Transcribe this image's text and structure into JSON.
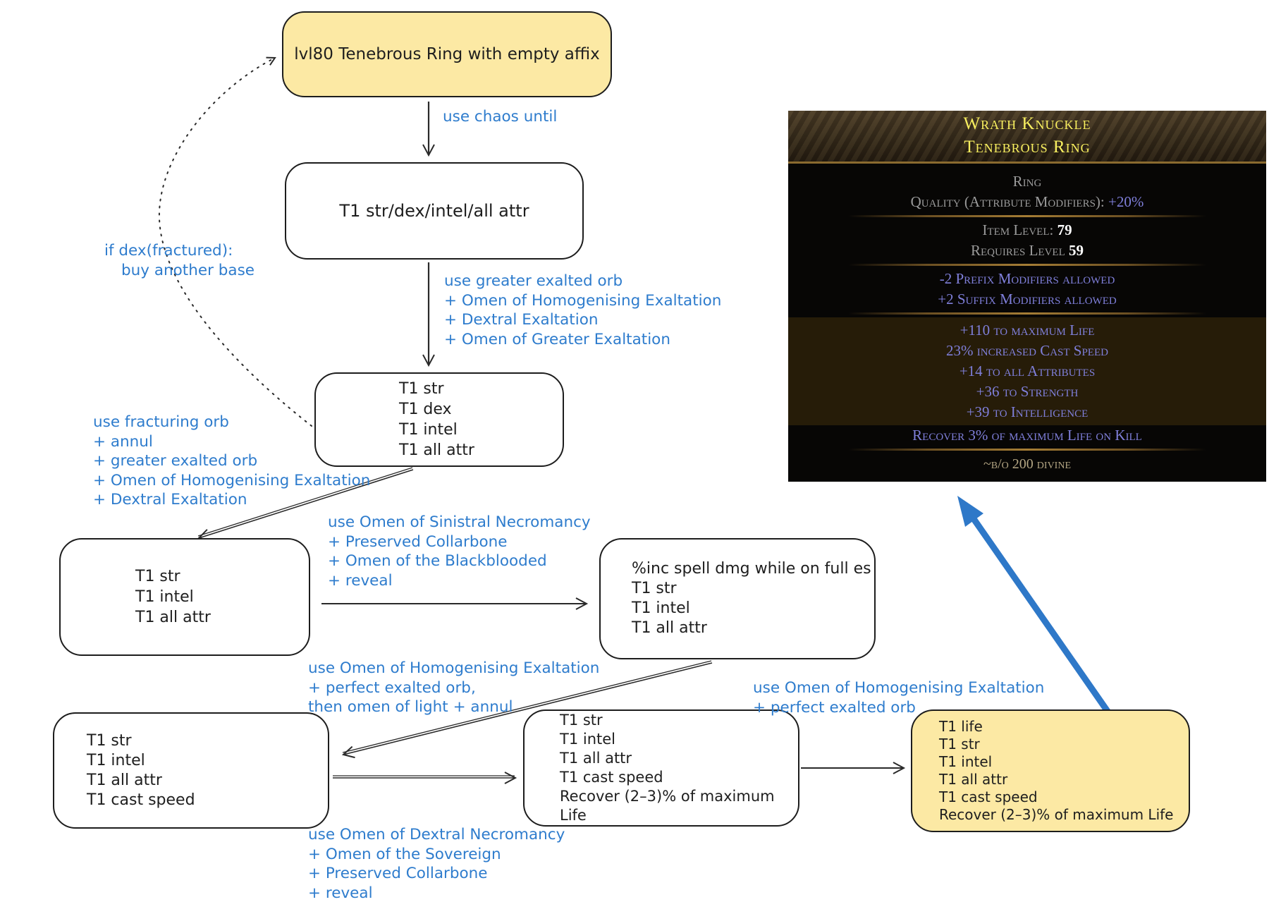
{
  "colors": {
    "annotation_blue": "#2e7ccd",
    "big_arrow_blue": "#2e78c8",
    "note_box_yellow": "#fce9a4",
    "rare_name_yellow": "#f8ef5f",
    "mod_text_blue": "#7f7fda",
    "tooltip_gray": "#9a9a9a",
    "buyout_tan": "#b3a583"
  },
  "flow": {
    "boxes": {
      "start": {
        "lines": [
          "lvl80 Tenebrous Ring with empty affix"
        ]
      },
      "chaos_result": {
        "lines": [
          "T1 str/dex/intel/all attr"
        ]
      },
      "quad": {
        "lines": [
          "T1 str",
          "T1 dex",
          "T1 intel",
          "T1 all attr"
        ]
      },
      "triple": {
        "lines": [
          "T1 str",
          "T1 intel",
          "T1 all attr"
        ]
      },
      "spell_es": {
        "lines": [
          "%inc spell dmg while on full es",
          "T1 str",
          "T1 intel",
          "T1 all attr"
        ]
      },
      "cast": {
        "lines": [
          "T1 str",
          "T1 intel",
          "T1 all attr",
          "T1 cast speed"
        ]
      },
      "recover": {
        "lines": [
          "T1 str",
          "T1 intel",
          "T1 all attr",
          "T1 cast speed",
          "Recover (2–3)% of maximum Life"
        ]
      },
      "final": {
        "lines": [
          "T1 life",
          "T1 str",
          "T1 intel",
          "T1 all attr",
          "T1 cast speed",
          "Recover (2–3)% of maximum Life"
        ]
      }
    },
    "labels": {
      "chaos": "use chaos until",
      "greater_exalt": [
        "use greater exalted orb",
        "+ Omen of Homogenising Exaltation",
        "+ Dextral Exaltation",
        "+ Omen of Greater Exaltation"
      ],
      "fractured": [
        "if dex(fractured):",
        "buy another base"
      ],
      "fracturing": [
        "use fracturing orb",
        "+ annul",
        "+ greater exalted orb",
        "+ Omen of Homogenising Exaltation",
        "+ Dextral Exaltation"
      ],
      "sinistral": [
        "use Omen of Sinistral Necromancy",
        "+ Preserved Collarbone",
        "+ Omen of the Blackblooded",
        "+ reveal"
      ],
      "homog_light": [
        "use Omen of Homogenising Exaltation",
        "+ perfect exalted orb,",
        "then omen of light + annul"
      ],
      "dextral_necro": [
        "use Omen of Dextral Necromancy",
        "+ Omen of the Sovereign",
        "+ Preserved Collarbone",
        "+ reveal"
      ],
      "homog_perfect": [
        "use Omen of Homogenising Exaltation",
        "+ perfect exalted orb"
      ]
    }
  },
  "tooltip": {
    "name": "Wrath Knuckle",
    "base_type": "Tenebrous Ring",
    "item_class": "Ring",
    "quality_label": "Quality (Attribute Modifiers):",
    "quality_value": "+20%",
    "item_level_label": "Item Level:",
    "item_level_value": "79",
    "requires_label": "Requires Level",
    "requires_value": "59",
    "prefix_note": "-2 Prefix Modifiers allowed",
    "suffix_note": "+2 Suffix Modifiers allowed",
    "highlighted_mods": [
      "+110 to maximum Life",
      "23% increased Cast Speed",
      "+14 to all Attributes",
      "+36 to Strength",
      "+39 to Intelligence"
    ],
    "kill_mod": "Recover 3% of maximum Life on Kill",
    "buyout": "~b/o 200 divine"
  }
}
